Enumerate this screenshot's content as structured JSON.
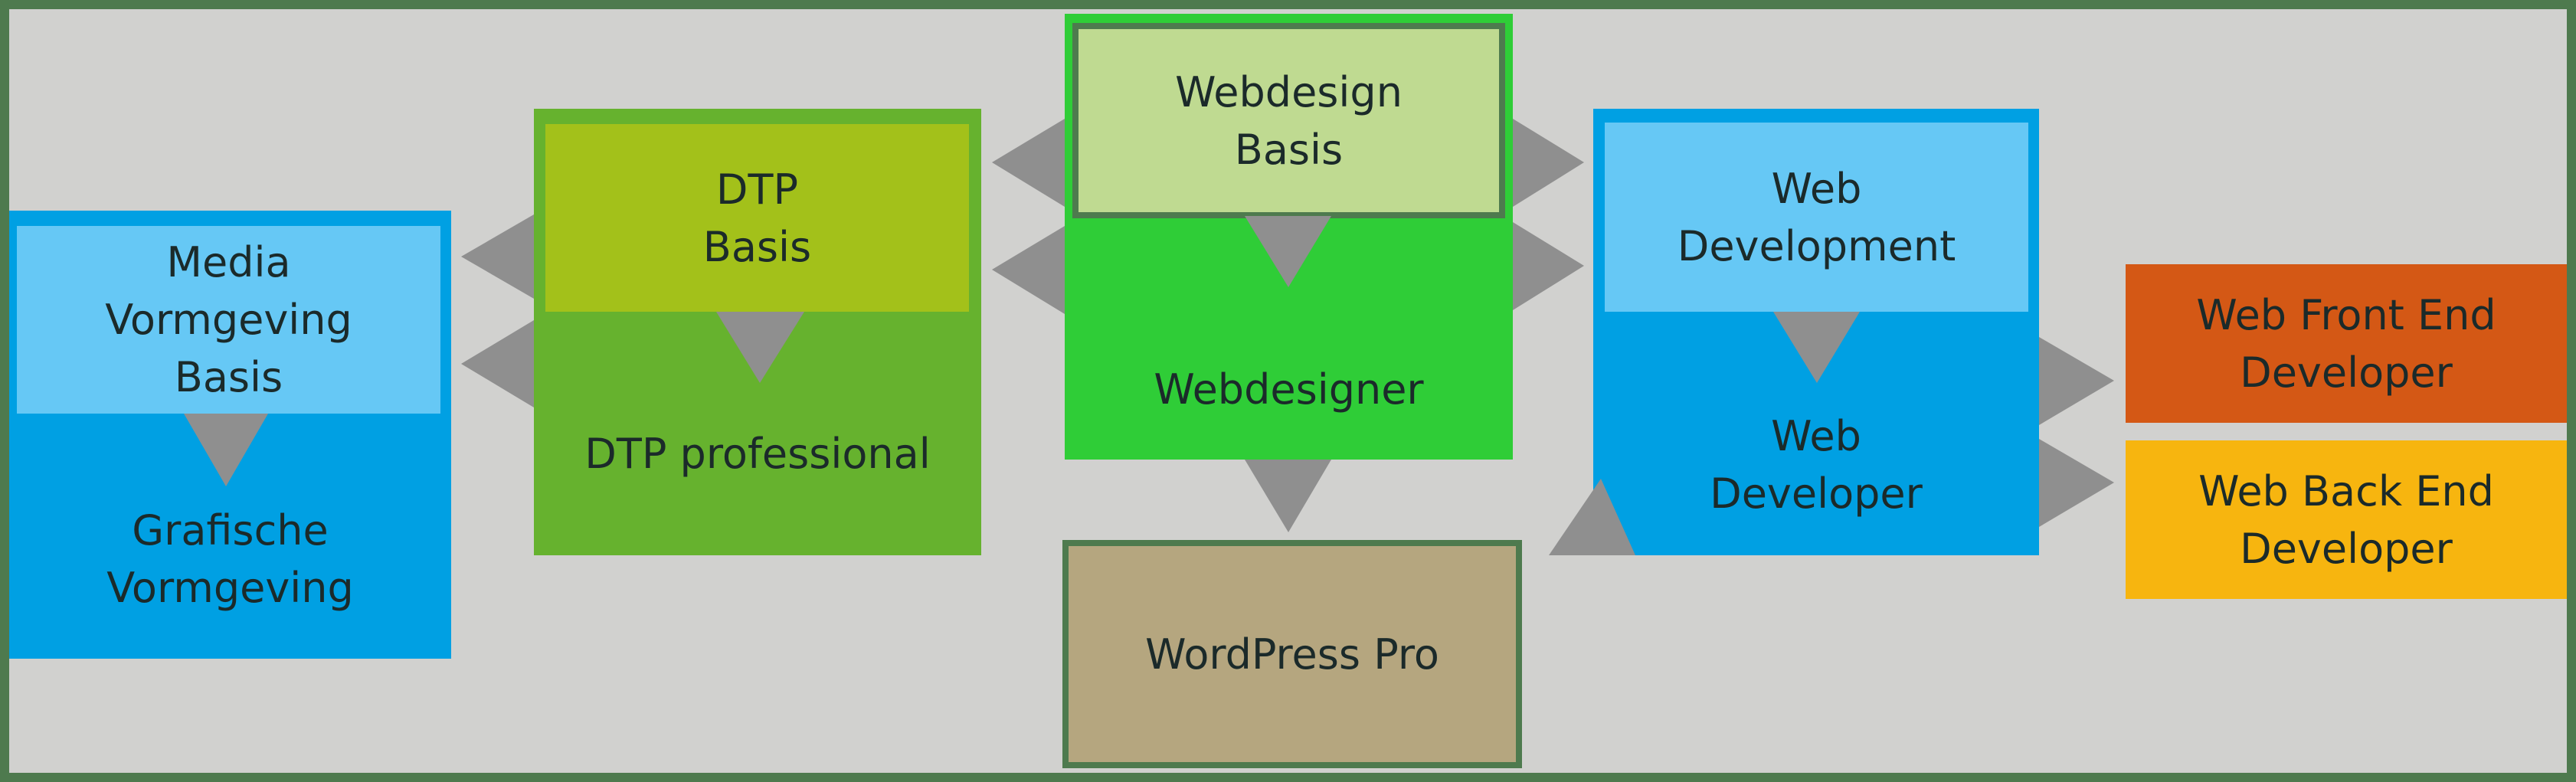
{
  "colors": {
    "background": "#d1d1cf",
    "frame": "#4e7a4e",
    "arrow": "#8f8f8f",
    "blue_dark": "#00a0e3",
    "blue_light": "#66c8f5",
    "lime_dark": "#66b22e",
    "lime_light": "#a3c11a",
    "green_bright": "#2fcd37",
    "green_pale": "#bfda91",
    "tan": "#b5a67f",
    "orange": "#d45815",
    "yellow": "#f7b50f"
  },
  "nodes": {
    "media_basis": "Media\nVormgeving\nBasis",
    "grafische": "Grafische\nVormgeving",
    "dtp_basis": "DTP\nBasis",
    "dtp_pro": "DTP professional",
    "webdesign_basis": "Webdesign\nBasis",
    "webdesigner": "Webdesigner",
    "wordpress": "WordPress Pro",
    "web_development": "Web\nDevelopment",
    "web_developer": "Web\nDeveloper",
    "front_end": "Web Front End\nDeveloper",
    "back_end": "Web Back End\nDeveloper"
  }
}
